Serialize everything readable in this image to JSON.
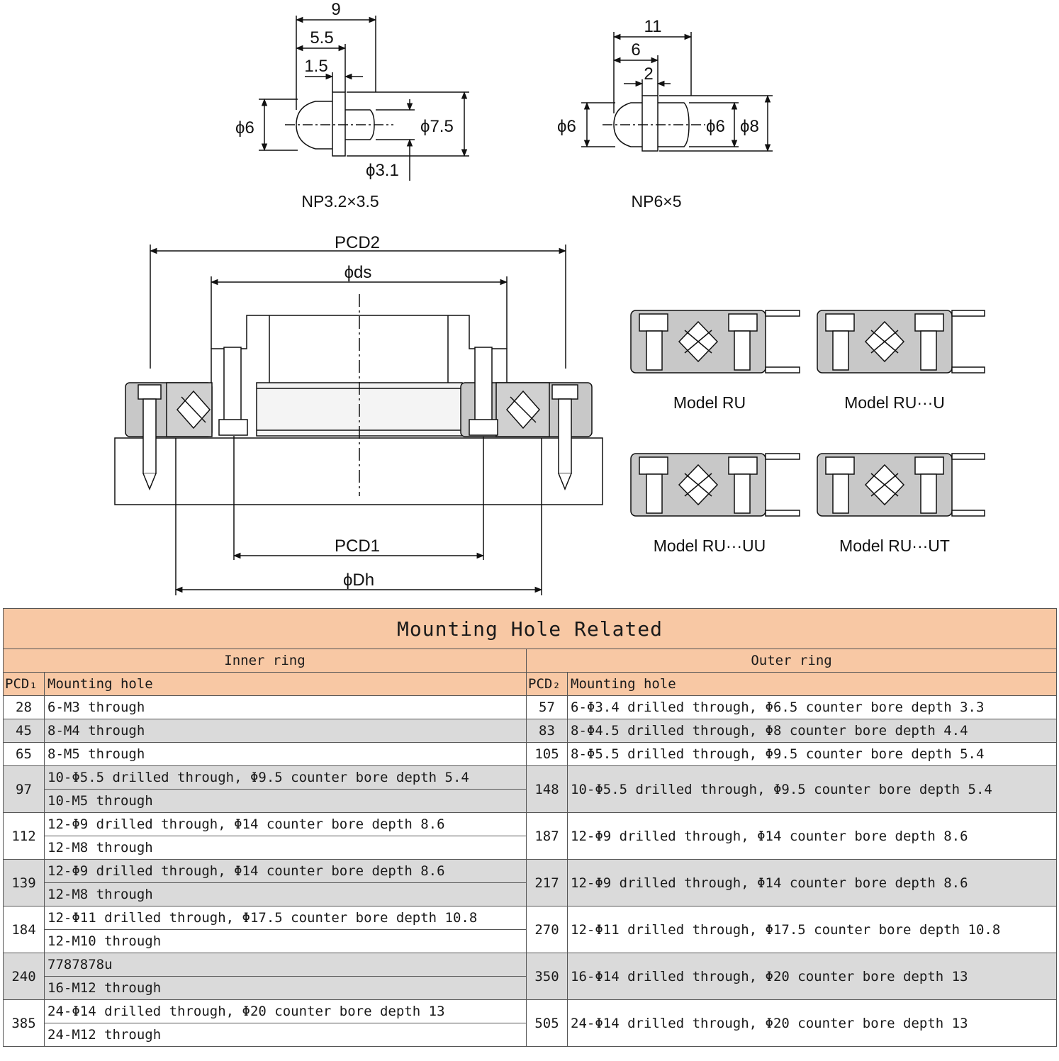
{
  "pins": [
    {
      "name": "NP3.2×3.5",
      "dims": {
        "d1": "9",
        "d2": "5.5",
        "d3": "1.5",
        "dia_left": "ϕ6",
        "dia_right": "ϕ7.5",
        "dia_bottom": "ϕ3.1"
      }
    },
    {
      "name": "NP6×5",
      "dims": {
        "d1": "11",
        "d2": "6",
        "d3": "2",
        "dia_left": "ϕ6",
        "dia_mid": "ϕ6",
        "dia_right": "ϕ8"
      }
    }
  ],
  "section": {
    "pcd2": "PCD2",
    "ds": "ϕds",
    "pcd1": "PCD1",
    "dh": "ϕDh"
  },
  "models": [
    "Model RU",
    "Model RU···U",
    "Model RU···UU",
    "Model RU···UT"
  ],
  "table": {
    "title": "Mounting Hole Related",
    "inner_label": "Inner ring",
    "outer_label": "Outer ring",
    "col_pcd1": "PCD₁",
    "col_pcd2": "PCD₂",
    "col_hole": "Mounting hole",
    "rows": [
      {
        "pcd1": "28",
        "inner": [
          "6-M3 through"
        ],
        "pcd2": "57",
        "outer": "6-Φ3.4 drilled through, Φ6.5 counter bore depth 3.3"
      },
      {
        "pcd1": "45",
        "inner": [
          "8-M4 through"
        ],
        "pcd2": "83",
        "outer": "8-Φ4.5 drilled through, Φ8 counter bore depth 4.4"
      },
      {
        "pcd1": "65",
        "inner": [
          "8-M5 through"
        ],
        "pcd2": "105",
        "outer": "8-Φ5.5 drilled through, Φ9.5 counter bore depth 5.4"
      },
      {
        "pcd1": "97",
        "inner": [
          "10-Φ5.5 drilled through, Φ9.5 counter bore depth 5.4",
          "10-M5 through"
        ],
        "pcd2": "148",
        "outer": "10-Φ5.5 drilled through, Φ9.5 counter bore depth 5.4"
      },
      {
        "pcd1": "112",
        "inner": [
          "12-Φ9 drilled through, Φ14 counter bore depth 8.6",
          "12-M8 through"
        ],
        "pcd2": "187",
        "outer": "12-Φ9 drilled through, Φ14 counter bore depth 8.6"
      },
      {
        "pcd1": "139",
        "inner": [
          "12-Φ9 drilled through, Φ14 counter bore depth 8.6",
          "12-M8 through"
        ],
        "pcd2": "217",
        "outer": "12-Φ9 drilled through, Φ14 counter bore depth 8.6"
      },
      {
        "pcd1": "184",
        "inner": [
          "12-Φ11 drilled through, Φ17.5 counter bore depth 10.8",
          "12-M10 through"
        ],
        "pcd2": "270",
        "outer": "12-Φ11 drilled through, Φ17.5 counter bore depth 10.8"
      },
      {
        "pcd1": "240",
        "inner": [
          "7787878u",
          "16-M12 through"
        ],
        "pcd2": "350",
        "outer": "16-Φ14 drilled through, Φ20 counter bore depth 13"
      },
      {
        "pcd1": "385",
        "inner": [
          "24-Φ14 drilled through,  Φ20 counter bore depth 13",
          "24-M12 through"
        ],
        "pcd2": "505",
        "outer": "24-Φ14 drilled through, Φ20 counter bore depth 13"
      }
    ]
  }
}
